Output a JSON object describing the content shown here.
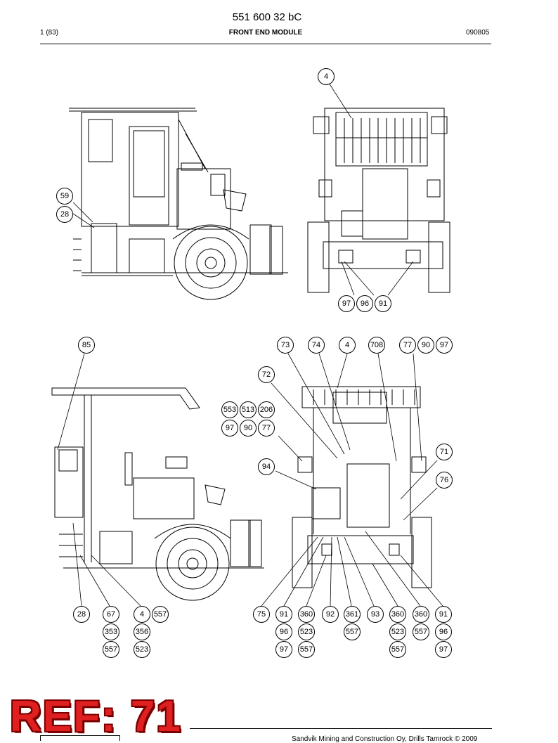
{
  "header": {
    "doc_number": "551 600 32 bC",
    "page": "1 (83)",
    "section": "FRONT END MODULE",
    "date": "090805"
  },
  "footer": {
    "ref_stamp": "REF: 71",
    "copyright": "Sandvik Mining and Construction Oy, Drills Tamrock © 2009"
  },
  "callouts": {
    "c4_top": "4",
    "c59": "59",
    "c28_top": "28",
    "c97_top": "97",
    "c96_top": "96",
    "c91_top": "91",
    "c85": "85",
    "c73": "73",
    "c74": "74",
    "c4_mid": "4",
    "c708": "708",
    "c77_mid": "77",
    "c90_mid": "90",
    "c97_mid": "97",
    "c72": "72",
    "c553": "553",
    "c513": "513",
    "c206": "206",
    "c97_b": "97",
    "c90_b": "90",
    "c77_b": "77",
    "c71": "71",
    "c94": "94",
    "c76": "76",
    "c28_bot": "28",
    "c67": "67",
    "c4_bot": "4",
    "c557_a": "557",
    "c353": "353",
    "c356": "356",
    "c557_b": "557",
    "c523_a": "523",
    "c75": "75",
    "c91_bot": "91",
    "c360_a": "360",
    "c92": "92",
    "c361": "361",
    "c93": "93",
    "c360_b": "360",
    "c360_c": "360",
    "c91_r": "91",
    "c96_bot": "96",
    "c523_b": "523",
    "c557_c": "557",
    "c523_c": "523",
    "c557_d": "557",
    "c96_r": "96",
    "c97_bot": "97",
    "c557_e": "557",
    "c557_f": "557",
    "c97_r": "97"
  }
}
